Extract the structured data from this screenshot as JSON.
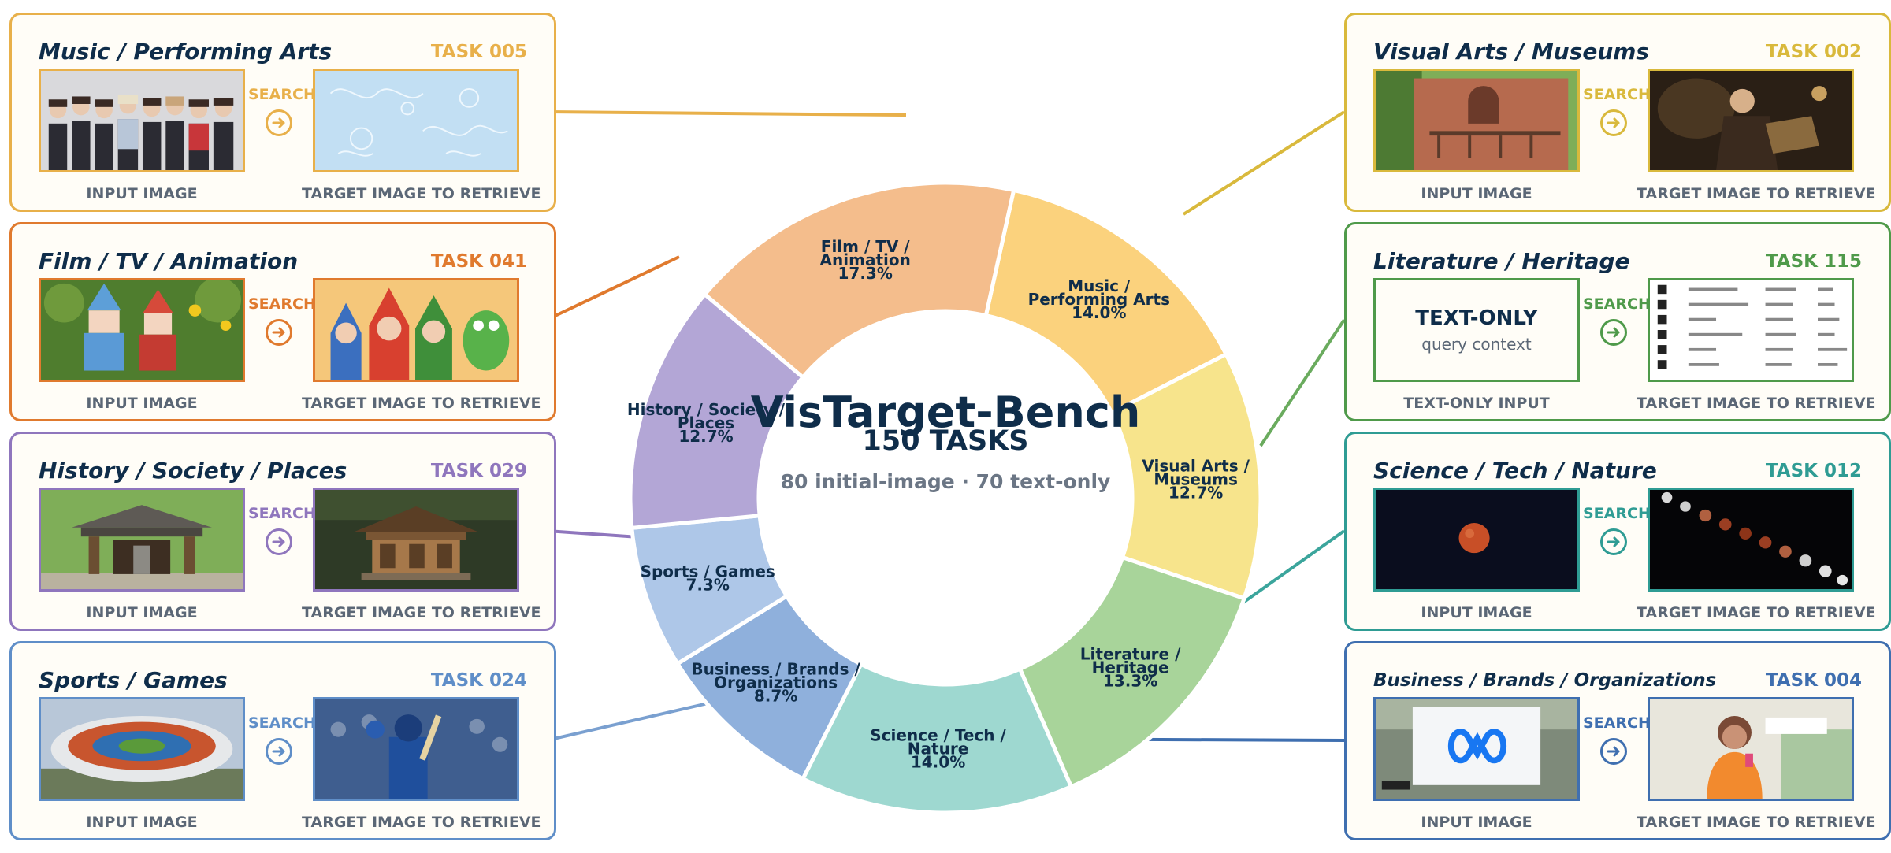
{
  "center": {
    "title": "VisTarget-Bench",
    "total_tasks": "150 TASKS",
    "split": "80 initial-image  ·  70 text-only"
  },
  "labels": {
    "search": "SEARCH",
    "input_image": "INPUT IMAGE",
    "target_image": "TARGET IMAGE TO RETRIEVE",
    "text_only_input": "TEXT-ONLY INPUT",
    "text_only_title": "TEXT-ONLY",
    "text_only_sub": "query context"
  },
  "cards": [
    {
      "category": "Music / Performing Arts",
      "task": "TASK 005",
      "color": "#e8b04a"
    },
    {
      "category": "Film / TV / Animation",
      "task": "TASK 041",
      "color": "#e07a2e"
    },
    {
      "category": "History / Society / Places",
      "task": "TASK 029",
      "color": "#8f76bd"
    },
    {
      "category": "Sports / Games",
      "task": "TASK 024",
      "color": "#5f8ec8"
    },
    {
      "category": "Visual Arts / Museums",
      "task": "TASK 002",
      "color": "#d9b93c"
    },
    {
      "category": "Literature / Heritage",
      "task": "TASK 115",
      "color": "#4f9a4a"
    },
    {
      "category": "Science / Tech / Nature",
      "task": "TASK 012",
      "color": "#2f9c94"
    },
    {
      "category": "Business / Brands / Organizations",
      "task": "TASK 004",
      "color": "#3f6fb0"
    }
  ],
  "chart_data": {
    "type": "pie",
    "title": "VisTarget-Bench",
    "slices": [
      {
        "label": [
          "Music /",
          "Performing Arts"
        ],
        "value": 14.0,
        "pct": "14.0%",
        "color": "#fbd27d"
      },
      {
        "label": [
          "Visual Arts /",
          "Museums"
        ],
        "value": 12.7,
        "pct": "12.7%",
        "color": "#f7e48c"
      },
      {
        "label": [
          "Literature /",
          "Heritage"
        ],
        "value": 13.3,
        "pct": "13.3%",
        "color": "#a8d49a"
      },
      {
        "label": [
          "Science / Tech /",
          "Nature"
        ],
        "value": 14.0,
        "pct": "14.0%",
        "color": "#9ed8d0"
      },
      {
        "label": [
          "Business / Brands /",
          "Organizations"
        ],
        "value": 8.7,
        "pct": "8.7%",
        "color": "#8fb0dc"
      },
      {
        "label": [
          "Sports / Games"
        ],
        "value": 7.3,
        "pct": "7.3%",
        "color": "#aec7e8"
      },
      {
        "label": [
          "History / Society /",
          "Places"
        ],
        "value": 12.7,
        "pct": "12.7%",
        "color": "#b3a6d6"
      },
      {
        "label": [
          "Film / TV /",
          "Animation"
        ],
        "value": 17.3,
        "pct": "17.3%",
        "color": "#f4bd8c"
      }
    ]
  }
}
